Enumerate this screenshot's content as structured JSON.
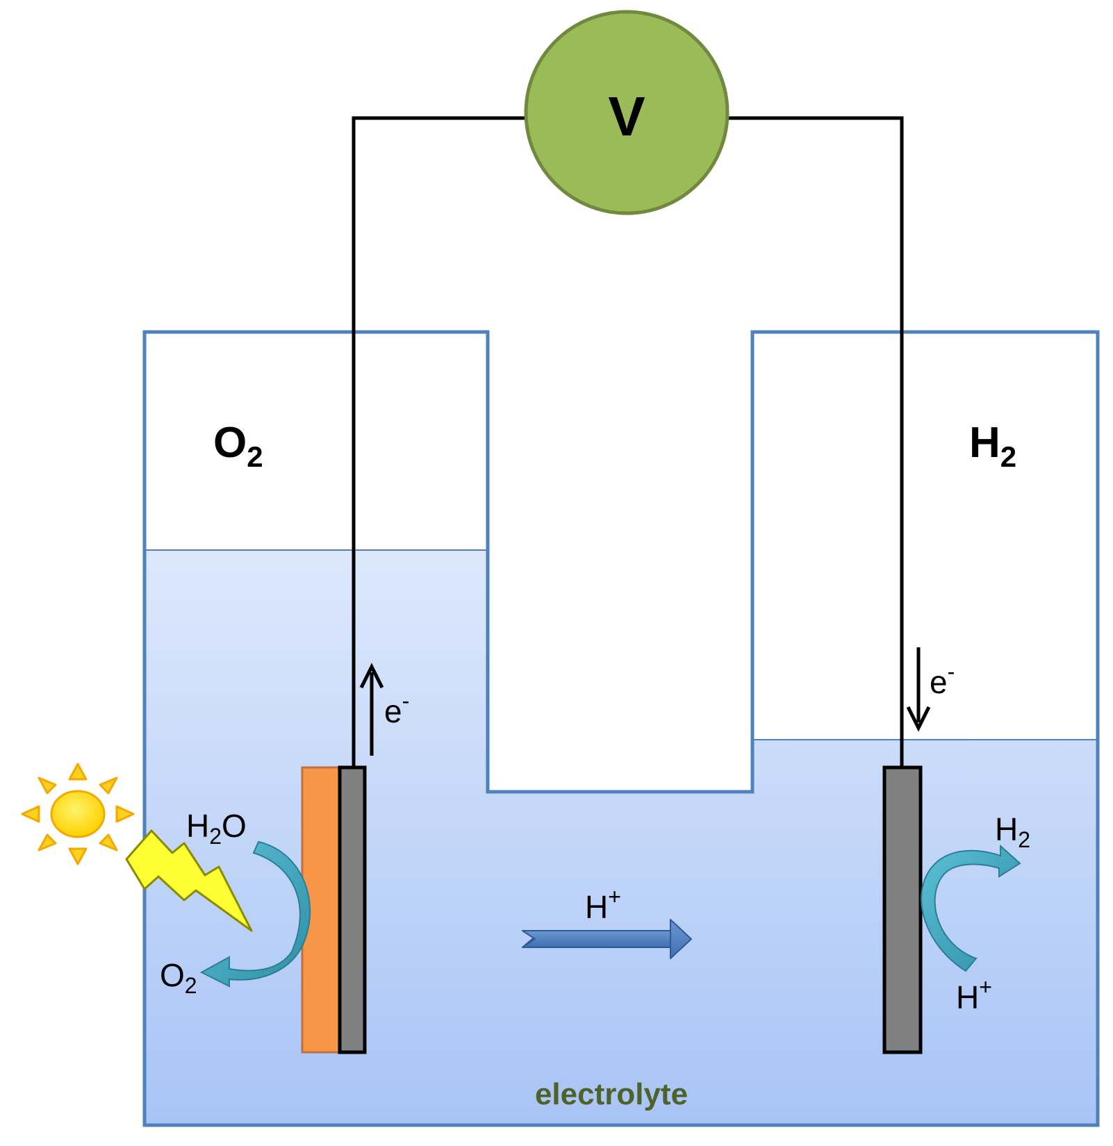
{
  "voltmeter": {
    "label": "V",
    "color": "#9bbb59"
  },
  "gas_left": {
    "base": "O",
    "sub": "2"
  },
  "gas_right": {
    "base": "H",
    "sub": "2"
  },
  "electron_left": {
    "base": "e",
    "sup": "-"
  },
  "electron_right": {
    "base": "e",
    "sup": "-"
  },
  "reactant_left": {
    "base": "H",
    "sub": "2",
    "tail": "O"
  },
  "product_left": {
    "base": "O",
    "sub": "2"
  },
  "proton_middle": {
    "base": "H",
    "sup": "+"
  },
  "product_right": {
    "base": "H",
    "sub": "2"
  },
  "reactant_right": {
    "base": "H",
    "sup": "+"
  },
  "electrolyte": {
    "label": "electrolyte",
    "color": "#4f6228"
  },
  "colors": {
    "vessel_outline": "#4f81bd",
    "electrolyte_top": "#dde8fb",
    "electrolyte_bottom": "#a8c4f6",
    "photoelectrode": "#f79646",
    "electrode": "#808080",
    "curved_arrow": "#4bacc6",
    "proton_arrow": "#4f81bd",
    "sun": "#ffd21e",
    "lightning": "#ffff33"
  }
}
